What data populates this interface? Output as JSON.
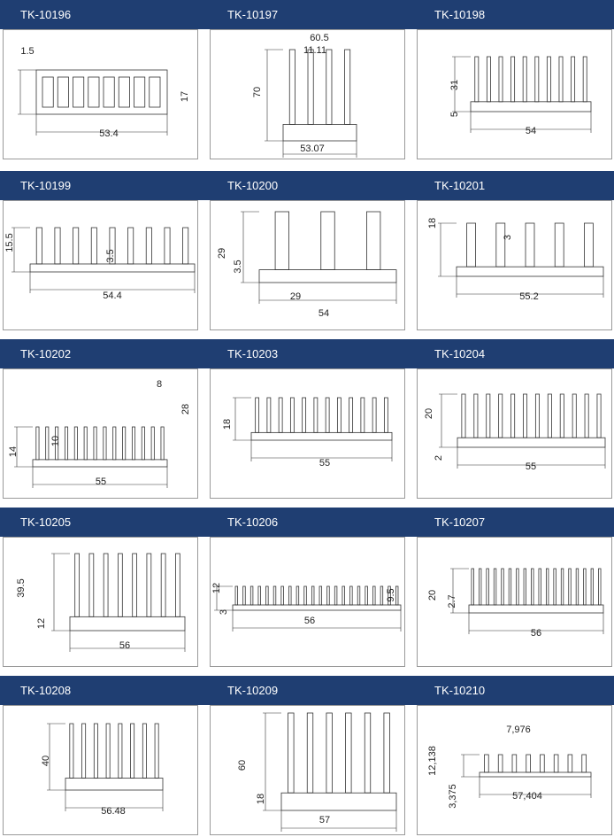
{
  "items": [
    {
      "model": "TK-10196",
      "dims": [
        "1.5",
        "17",
        "53.4"
      ]
    },
    {
      "model": "TK-10197",
      "dims": [
        "60.5",
        "11.11",
        "70",
        "53.07"
      ]
    },
    {
      "model": "TK-10198",
      "dims": [
        "31",
        "5",
        "54"
      ]
    },
    {
      "model": "TK-10199",
      "dims": [
        "15.5",
        "3.5",
        "54.4"
      ]
    },
    {
      "model": "TK-10200",
      "dims": [
        "29",
        "3.5",
        "29",
        "54"
      ]
    },
    {
      "model": "TK-10201",
      "dims": [
        "18",
        "3",
        "55.2"
      ]
    },
    {
      "model": "TK-10202",
      "dims": [
        "8",
        "28",
        "14",
        "10",
        "55"
      ]
    },
    {
      "model": "TK-10203",
      "dims": [
        "18",
        "55"
      ]
    },
    {
      "model": "TK-10204",
      "dims": [
        "20",
        "2",
        "55"
      ]
    },
    {
      "model": "TK-10205",
      "dims": [
        "39.5",
        "12",
        "56"
      ]
    },
    {
      "model": "TK-10206",
      "dims": [
        "12",
        "3",
        "9.5",
        "56"
      ]
    },
    {
      "model": "TK-10207",
      "dims": [
        "20",
        "2.7",
        "56"
      ]
    },
    {
      "model": "TK-10208",
      "dims": [
        "40",
        "56.48"
      ]
    },
    {
      "model": "TK-10209",
      "dims": [
        "60",
        "18",
        "57"
      ]
    },
    {
      "model": "TK-10210",
      "dims": [
        "7,976",
        "12,138",
        "3,375",
        "57,404"
      ]
    }
  ]
}
